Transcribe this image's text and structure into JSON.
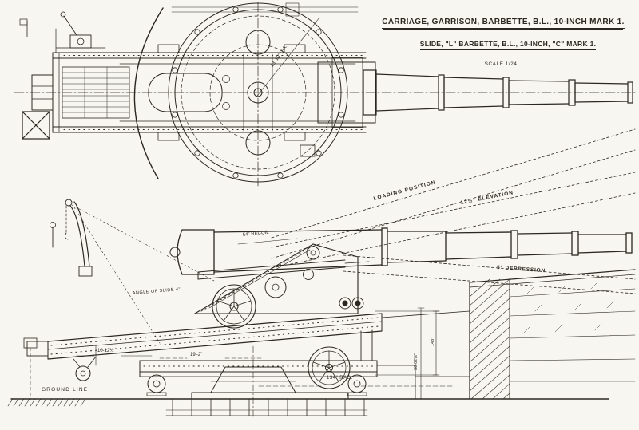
{
  "colors": {
    "paper": "#f8f6f0",
    "ink": "#2b2721"
  },
  "title_block": {
    "line1": "CARRIAGE, GARRISON, BARBETTE, B.L., 10-INCH MARK 1.",
    "line2": "SLIDE, \"L\" BARBETTE, B.L., 10-INCH, \"C\" MARK 1.",
    "scale": "SCALE 1/24"
  },
  "plan_view": {
    "dim_diameter": "13'-10\" DIA."
  },
  "side_view": {
    "loading_position": "LOADING POSITION",
    "elevation": "12½° ELEVATION",
    "depression": "5° DEPRESSION",
    "recoil": "54\" RECOIL",
    "angle_of_slide": "ANGLE OF SLIDE 4°",
    "ground_line": "GROUND LINE",
    "dim_left": "10-12½",
    "dim_length": "19'-2\"",
    "dim_radius": "134\" RAD.",
    "dim_height_inner": "56-62⅝\"",
    "dim_height_outer": "148\""
  }
}
